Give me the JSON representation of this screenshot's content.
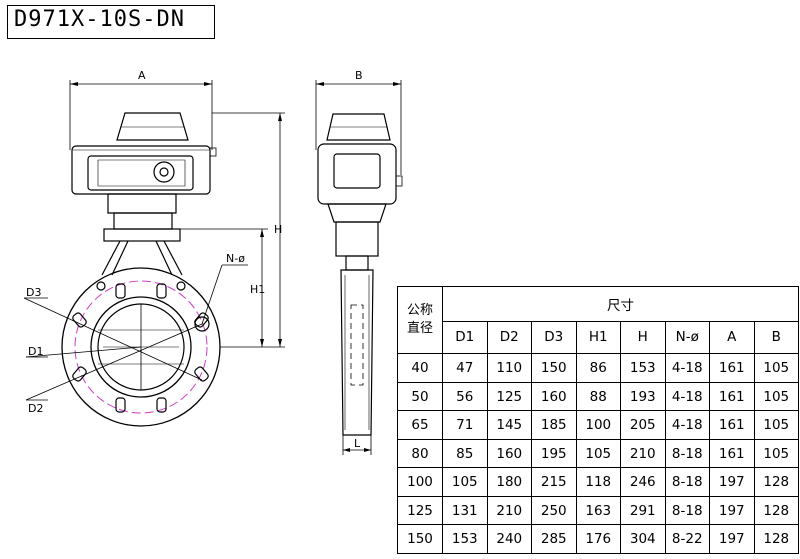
{
  "title": "D971X-10S-DN",
  "labels": {
    "A": "A",
    "B": "B",
    "H": "H",
    "H1": "H1",
    "N": "N-ø",
    "D1": "D1",
    "D2": "D2",
    "D3": "D3",
    "L": "L"
  },
  "table": {
    "corner_line1": "公称",
    "corner_line2": "直径",
    "group_header": "尺寸",
    "columns": [
      "D1",
      "D2",
      "D3",
      "H1",
      "H",
      "N-ø",
      "A",
      "B"
    ],
    "rows": [
      {
        "dn": "40",
        "cells": [
          "47",
          "110",
          "150",
          "86",
          "153",
          "4-18",
          "161",
          "105"
        ]
      },
      {
        "dn": "50",
        "cells": [
          "56",
          "125",
          "160",
          "88",
          "193",
          "4-18",
          "161",
          "105"
        ]
      },
      {
        "dn": "65",
        "cells": [
          "71",
          "145",
          "185",
          "100",
          "205",
          "4-18",
          "161",
          "105"
        ]
      },
      {
        "dn": "80",
        "cells": [
          "85",
          "160",
          "195",
          "105",
          "210",
          "8-18",
          "161",
          "105"
        ]
      },
      {
        "dn": "100",
        "cells": [
          "105",
          "180",
          "215",
          "118",
          "246",
          "8-18",
          "197",
          "128"
        ]
      },
      {
        "dn": "125",
        "cells": [
          "131",
          "210",
          "250",
          "163",
          "291",
          "8-18",
          "197",
          "128"
        ]
      },
      {
        "dn": "150",
        "cells": [
          "153",
          "240",
          "285",
          "176",
          "304",
          "8-22",
          "197",
          "128"
        ]
      }
    ]
  }
}
